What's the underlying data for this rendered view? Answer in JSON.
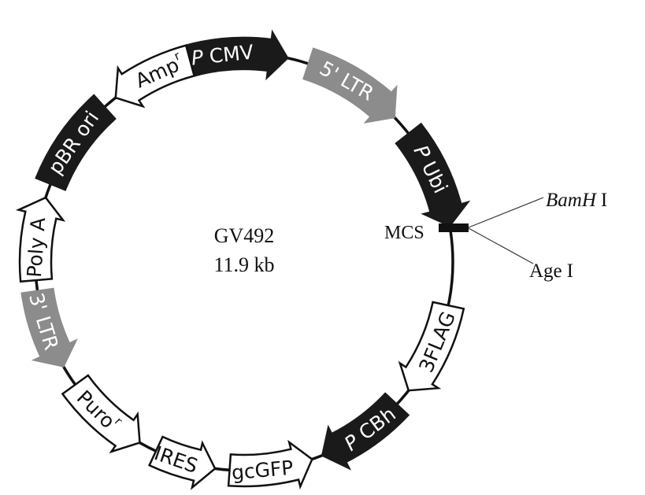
{
  "plasmid": {
    "name": "GV492",
    "size": "11.9 kb",
    "mcs_label": "MCS",
    "sites": [
      {
        "name": "BamH",
        "numeral": "I",
        "italic": true
      },
      {
        "name": "Age",
        "numeral": "I",
        "italic": false
      }
    ],
    "features": [
      {
        "id": "pcmv",
        "prefix": "P",
        "label": "CMV",
        "style": "black",
        "direction": "cw",
        "start_deg": -19,
        "end_deg": 12
      },
      {
        "id": "ltr5",
        "prefix": "",
        "label": "5' LTR",
        "style": "gray",
        "direction": "cw",
        "start_deg": 18,
        "end_deg": 46
      },
      {
        "id": "pubi",
        "prefix": "P",
        "label": "Ubi",
        "style": "black",
        "direction": "cw",
        "start_deg": 52,
        "end_deg": 80
      },
      {
        "id": "flag3",
        "prefix": "",
        "label": "3FLAG",
        "style": "white",
        "direction": "cw",
        "start_deg": 102,
        "end_deg": 128
      },
      {
        "id": "pcbh",
        "prefix": "P",
        "label": "CBh",
        "style": "black",
        "direction": "cw",
        "start_deg": 133,
        "end_deg": 158
      },
      {
        "id": "gcgfp",
        "prefix": "",
        "label": "gcGFP",
        "style": "white",
        "direction": "ccw",
        "start_deg": 161,
        "end_deg": 184
      },
      {
        "id": "ires",
        "prefix": "",
        "label": "IRES",
        "style": "white",
        "direction": "ccw",
        "start_deg": 188,
        "end_deg": 205
      },
      {
        "id": "puro",
        "prefix": "",
        "label": "Puro",
        "sup": "r",
        "style": "white",
        "direction": "ccw",
        "start_deg": 210,
        "end_deg": 234
      },
      {
        "id": "ltr3",
        "prefix": "",
        "label": "3' LTR",
        "style": "gray",
        "direction": "ccw",
        "start_deg": 240,
        "end_deg": 262
      },
      {
        "id": "polya",
        "prefix": "",
        "label": "Poly A",
        "style": "white",
        "direction": "cw",
        "start_deg": 265,
        "end_deg": 288
      },
      {
        "id": "pbrori",
        "prefix": "",
        "label": "pBR ori",
        "style": "black",
        "direction": "none",
        "start_deg": 292,
        "end_deg": 318
      },
      {
        "id": "amp",
        "prefix": "",
        "label": "Amp",
        "sup": "r",
        "style": "white",
        "direction": "ccw",
        "start_deg": 322,
        "end_deg": 345
      }
    ]
  }
}
